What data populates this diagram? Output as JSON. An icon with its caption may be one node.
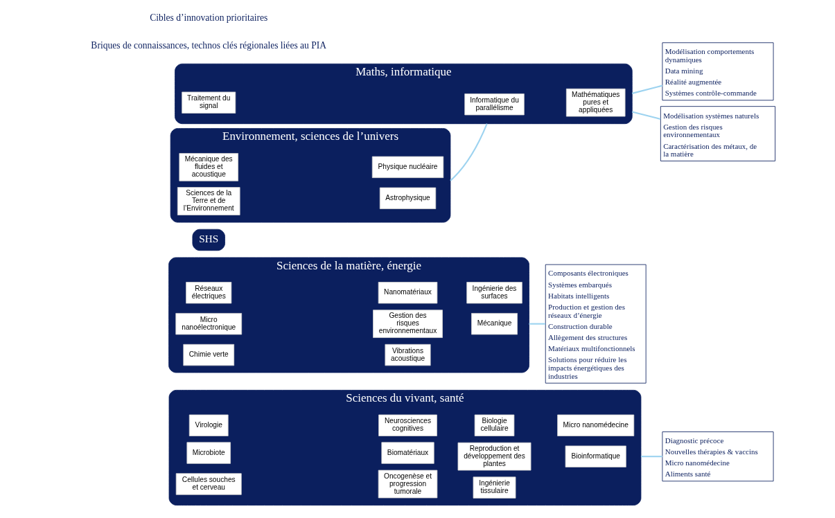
{
  "diagram": {
    "nodes": [
      {
        "text": [
          "Sciences du vivant, santé"
        ]
      },
      {
        "text": [
          "Virologie"
        ],
        "in": 0
      },
      {
        "text": [
          "Microbiote"
        ],
        "in": 0
      },
      {
        "text": [
          "Cellules souches et cerveau"
        ],
        "in": 0
      },
      {
        "text": [
          "Neurosciences cognitives"
        ],
        "in": 0
      },
      {
        "text": [
          "Biomatériaux"
        ],
        "in": 0
      },
      {
        "text": [
          "Oncogenèse et progression tumorale"
        ],
        "in": 0
      },
      {
        "text": [
          "Biologie cellulaire"
        ],
        "in": 0
      },
      {
        "text": [
          "Reproduction et développement des plantes"
        ],
        "in": 0
      },
      {
        "text": [
          "Ingénierie tissulaire"
        ],
        "in": 0
      },
      {
        "text": [
          "Micro nanomédecine"
        ],
        "in": 0
      },
      {
        "text": [
          "Bioinformatique"
        ],
        "in": 0
      },
      {
        "text": [
          "Diagnostic précoce",
          "Nouvelles thérapies & vaccins",
          "Micro nanomédecine",
          "Aliments santé"
        ]
      },
      {
        "text": [
          "Sciences de la matière, énergie"
        ]
      },
      {
        "text": [
          "Réseaux électriques"
        ],
        "in": 13
      },
      {
        "text": [
          "Micro nanoélectronique"
        ],
        "in": 13
      },
      {
        "text": [
          "Chimie verte"
        ],
        "in": 13
      },
      {
        "text": [
          "Nanomatériaux"
        ],
        "in": 13
      },
      {
        "text": [
          "Gestion des risques environnementaux"
        ],
        "in": 13
      },
      {
        "text": [
          "Vibrations acoustique"
        ],
        "in": 13
      },
      {
        "text": [
          "Ingénierie des surfaces"
        ],
        "in": 13
      },
      {
        "text": [
          "Mécanique"
        ],
        "in": 13
      },
      {
        "text": [
          "Composants électroniques",
          "Systèmes embarqués",
          "Habitats intelligents",
          "Production et gestion des réseaux d’énergie",
          "Construction durable",
          "Allègement des structures",
          "Matériaux multifonctionnels",
          "Solutions pour réduire les impacts énergétiques des industries"
        ]
      },
      {
        "text": [
          "SHS"
        ]
      },
      {
        "text": [
          "Modélisation comportements dynamiques",
          "Data mining",
          "Réalité augmentée",
          "Systèmes contrôle-commande"
        ]
      },
      {
        "text": [
          "Environnement, sciences de l’univers"
        ]
      },
      {
        "text": [
          "Mécanique des fluides et acoustique"
        ],
        "in": 25
      },
      {
        "text": [
          "Sciences de la Terre et de l’Environnement"
        ],
        "in": 25
      },
      {
        "text": [
          "Physique nucléaire"
        ],
        "in": 25
      },
      {
        "text": [
          "Astrophysique"
        ],
        "in": 25
      },
      {
        "text": [
          "Maths, informatique"
        ]
      },
      {
        "text": [
          "Informatique du parallélisme"
        ],
        "in": 30
      },
      {
        "text": [
          "Traitement du signal"
        ],
        "in": 30
      },
      {
        "text": [
          "Mathématiques pures et appliquées"
        ],
        "in": 30
      },
      {
        "text": [
          "Modélisation systèmes naturels",
          "Gestion des risques environnementaux",
          "Caractérisation des métaux, de la matière"
        ]
      }
    ],
    "edges": [
      {
        "from": 0,
        "to": 12,
        "arrow": "none"
      },
      {
        "from": 13,
        "to": 22,
        "arrow": "none"
      },
      {
        "from": 25,
        "to": 30,
        "arrow": "none"
      },
      {
        "from": 30,
        "to": 24,
        "arrow": "none"
      },
      {
        "from": 30,
        "to": 34,
        "arrow": "none"
      }
    ],
    "labels": [
      "Briques de connaissances, technos clés régionales liées au PIA",
      "Cibles d’innovation prioritaires"
    ]
  }
}
